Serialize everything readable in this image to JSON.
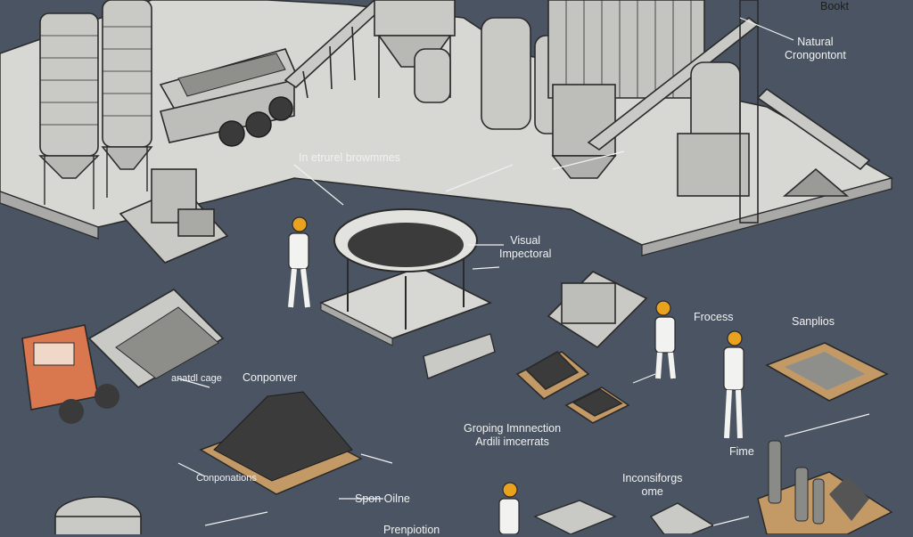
{
  "colors": {
    "background": "#4a5462",
    "slab": "#d7d7d4",
    "equipment": "#c9c9c6",
    "outline": "#2a2a2a",
    "truck": "#d9774e",
    "helmet": "#e8a21e",
    "wood": "#c39a66",
    "aggregate": "#3b3b3b"
  },
  "labels": {
    "top_right_1": "Bookt",
    "natural_component": "Natural\nCrongontont",
    "in_structural": "In etrurel browmmes",
    "visual_inspection": "Visual\nImpectoral",
    "process": "Frocess",
    "samples": "Sanplios",
    "conponver": "Conponver",
    "small_scale": "anatdl cage",
    "grouping": "Groping Imnnection\nArdili imcerrats",
    "fime": "Fime",
    "conponations": "Conponations",
    "spon_oline": "Spon Oilne",
    "inconsiforges": "Inconsiforgs\nome",
    "preparation": "Prenpiotion"
  },
  "icons": [
    "silo-icon",
    "conveyor-icon",
    "dump-truck-icon",
    "sieve-icon",
    "worker-icon",
    "crusher-icon",
    "sample-tray-icon",
    "cylinder-icon",
    "aggregate-pile-icon"
  ]
}
